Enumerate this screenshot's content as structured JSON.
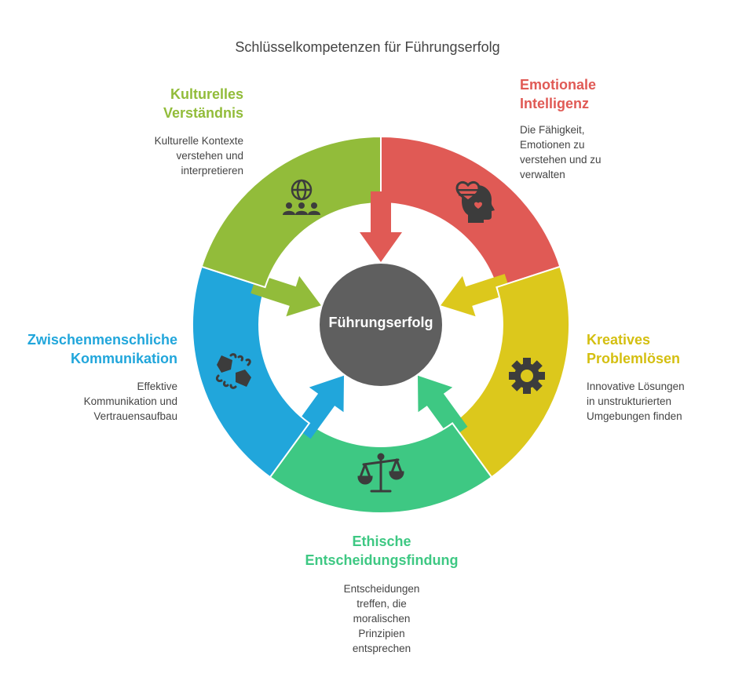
{
  "title": "Schlüsselkompetenzen für Führungserfolg",
  "center": "Führungserfolg",
  "segments": [
    {
      "title_lines": [
        "Emotionale",
        "Intelligenz"
      ],
      "desc_lines": [
        "Die Fähigkeit,",
        "Emotionen zu",
        "verstehen und zu",
        "verwalten"
      ],
      "color": "#e05a55",
      "icon": "heart-head-icon"
    },
    {
      "title_lines": [
        "Kreatives",
        "Problemlösen"
      ],
      "desc_lines": [
        "Innovative Lösungen",
        "in unstrukturierten",
        "Umgebungen finden"
      ],
      "color": "#dcc81c",
      "icon": "gear-icon"
    },
    {
      "title_lines": [
        "Ethische",
        "Entscheidungsfindung"
      ],
      "desc_lines": [
        "Entscheidungen",
        "treffen, die",
        "moralischen",
        "Prinzipien",
        "entsprechen"
      ],
      "color": "#3ec883",
      "icon": "scale-icon"
    },
    {
      "title_lines": [
        "Zwischenmenschliche",
        "Kommunikation"
      ],
      "desc_lines": [
        "Effektive",
        "Kommunikation und",
        "Vertrauensaufbau"
      ],
      "color": "#21a6db",
      "icon": "handshake-icon"
    },
    {
      "title_lines": [
        "Kulturelles",
        "Verständnis"
      ],
      "desc_lines": [
        "Kulturelle Kontexte",
        "verstehen und",
        "interpretieren"
      ],
      "color": "#92bc3a",
      "icon": "globe-people-icon"
    }
  ]
}
